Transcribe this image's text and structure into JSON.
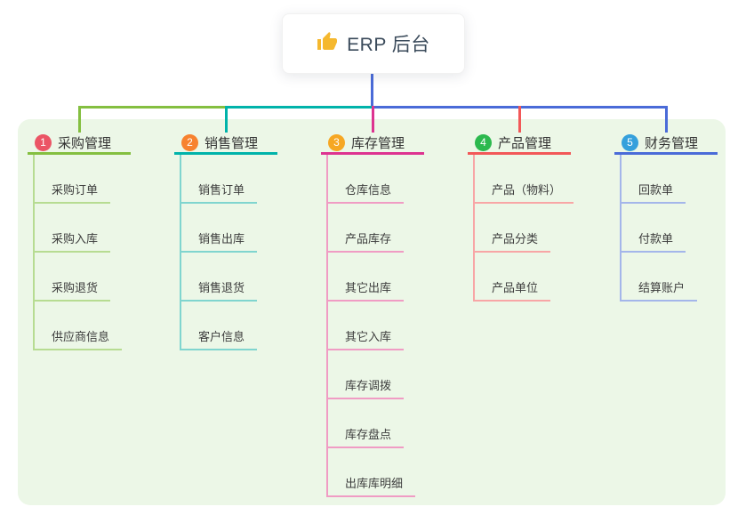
{
  "root": {
    "icon": "thumbs-up",
    "label": "ERP 后台",
    "line_color": "#4a6bd8"
  },
  "panel": {
    "bg_color": "#ecf7e7"
  },
  "branches": [
    {
      "num": "1",
      "title": "采购管理",
      "badge_color": "#eb5565",
      "line_color": "#84bf40",
      "child_line_color": "#b7dc92",
      "children": [
        "采购订单",
        "采购入库",
        "采购退货",
        "供应商信息"
      ]
    },
    {
      "num": "2",
      "title": "销售管理",
      "badge_color": "#f7822f",
      "line_color": "#00b3aa",
      "child_line_color": "#80d5cf",
      "children": [
        "销售订单",
        "销售出库",
        "销售退货",
        "客户信息"
      ]
    },
    {
      "num": "3",
      "title": "库存管理",
      "badge_color": "#f6a723",
      "line_color": "#dd3390",
      "child_line_color": "#f09cc4",
      "children": [
        "仓库信息",
        "产品库存",
        "其它出库",
        "其它入库",
        "库存调拨",
        "库存盘点",
        "出库库明细"
      ]
    },
    {
      "num": "4",
      "title": "产品管理",
      "badge_color": "#2cb94e",
      "line_color": "#f25858",
      "child_line_color": "#f8a6a6",
      "children": [
        "产品（物料）",
        "产品分类",
        "产品单位"
      ]
    },
    {
      "num": "5",
      "title": "财务管理",
      "badge_color": "#35a0dc",
      "line_color": "#4a6bd8",
      "child_line_color": "#a4b6ea",
      "children": [
        "回款单",
        "付款单",
        "结算账户"
      ]
    }
  ]
}
